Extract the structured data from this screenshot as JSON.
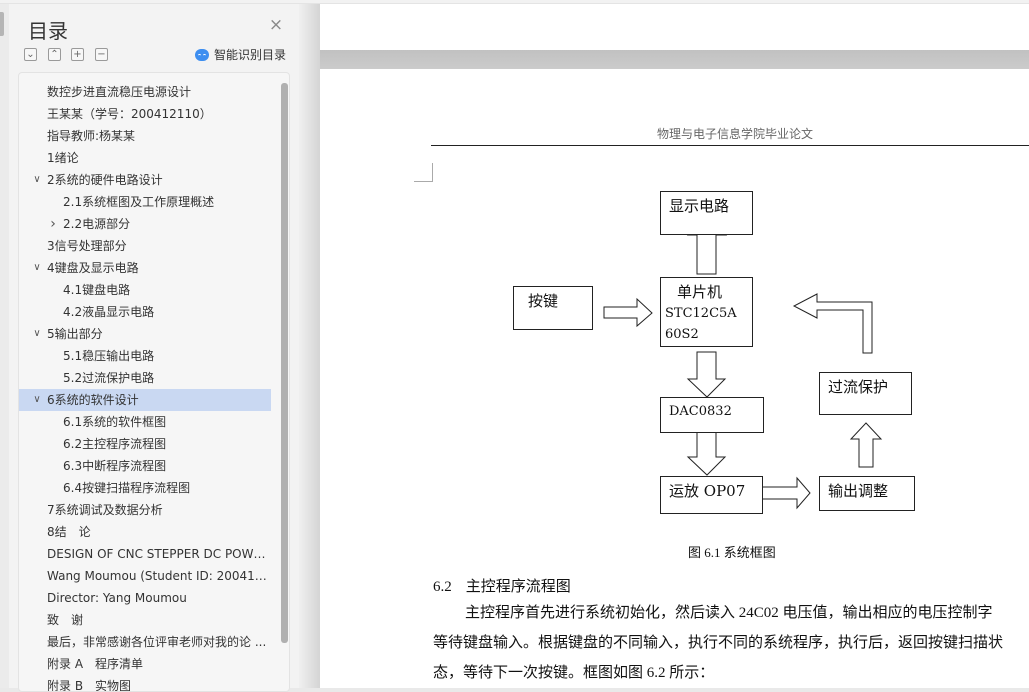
{
  "sidebar": {
    "title": "目录",
    "close_label": "×",
    "toolbar": {
      "collapse_all": "⌄",
      "expand_up": "⌃",
      "add": "+",
      "remove": "−",
      "smart_label": "智能识别目录"
    },
    "items": [
      {
        "label": "数控步进直流稳压电源设计",
        "level": 1,
        "chevron": ""
      },
      {
        "label": "王某某（学号：200412110）",
        "level": 1,
        "chevron": ""
      },
      {
        "label": "指导教师:杨某某",
        "level": 1,
        "chevron": ""
      },
      {
        "label": "1绪论",
        "level": 1,
        "chevron": ""
      },
      {
        "label": "2系统的硬件电路设计",
        "level": 1,
        "chevron": "expanded"
      },
      {
        "label": "2.1系统框图及工作原理概述",
        "level": 2,
        "chevron": ""
      },
      {
        "label": "2.2电源部分",
        "level": 2,
        "chevron": "collapsed"
      },
      {
        "label": "3信号处理部分",
        "level": 1,
        "chevron": ""
      },
      {
        "label": "4键盘及显示电路",
        "level": 1,
        "chevron": "expanded"
      },
      {
        "label": "4.1键盘电路",
        "level": 2,
        "chevron": ""
      },
      {
        "label": "4.2液晶显示电路",
        "level": 2,
        "chevron": ""
      },
      {
        "label": "5输出部分",
        "level": 1,
        "chevron": "expanded"
      },
      {
        "label": "5.1稳压输出电路",
        "level": 2,
        "chevron": ""
      },
      {
        "label": "5.2过流保护电路",
        "level": 2,
        "chevron": ""
      },
      {
        "label": "6系统的软件设计",
        "level": 1,
        "chevron": "expanded",
        "active": true
      },
      {
        "label": "6.1系统的软件框图",
        "level": 2,
        "chevron": ""
      },
      {
        "label": "6.2主控程序流程图",
        "level": 2,
        "chevron": ""
      },
      {
        "label": "6.3中断程序流程图",
        "level": 2,
        "chevron": ""
      },
      {
        "label": "6.4按键扫描程序流程图",
        "level": 2,
        "chevron": ""
      },
      {
        "label": "7系统调试及数据分析",
        "level": 1,
        "chevron": ""
      },
      {
        "label": "8结　论",
        "level": 1,
        "chevron": ""
      },
      {
        "label": "DESIGN OF CNC STEPPER DC POW ...",
        "level": 1,
        "chevron": ""
      },
      {
        "label": "Wang Moumou (Student ID: 20041 ...",
        "level": 1,
        "chevron": ""
      },
      {
        "label": "Director: Yang Moumou",
        "level": 1,
        "chevron": ""
      },
      {
        "label": "致　谢",
        "level": 1,
        "chevron": ""
      },
      {
        "label": "最后，非常感谢各位评审老师对我的论 ...",
        "level": 1,
        "chevron": ""
      },
      {
        "label": "附录 A　程序清单",
        "level": 1,
        "chevron": ""
      },
      {
        "label": "附录 B　实物图",
        "level": 1,
        "chevron": ""
      }
    ]
  },
  "document": {
    "header": "物理与电子信息学院毕业论文",
    "diagram": {
      "boxes": {
        "display": "显示电路",
        "keys": "按键",
        "mcu_title": "单片机",
        "mcu_line2": "STC12C5A",
        "mcu_line3": "60S2",
        "dac": "DAC0832",
        "overcurrent": "过流保护",
        "opamp": "运放 OP07",
        "output": "输出调整"
      },
      "caption": "图 6.1  系统框图"
    },
    "section": {
      "number": "6.2",
      "title": "主控程序流程图"
    },
    "paragraph": {
      "line1": "主控程序首先进行系统初始化，然后读入 24C02 电压值，输出相应的电压控制字",
      "line2": "等待键盘输入。根据键盘的不同输入，执行不同的系统程序，执行后，返回按键扫描状",
      "line3": "态，等待下一次按键。框图如图 6.2 所示："
    }
  }
}
